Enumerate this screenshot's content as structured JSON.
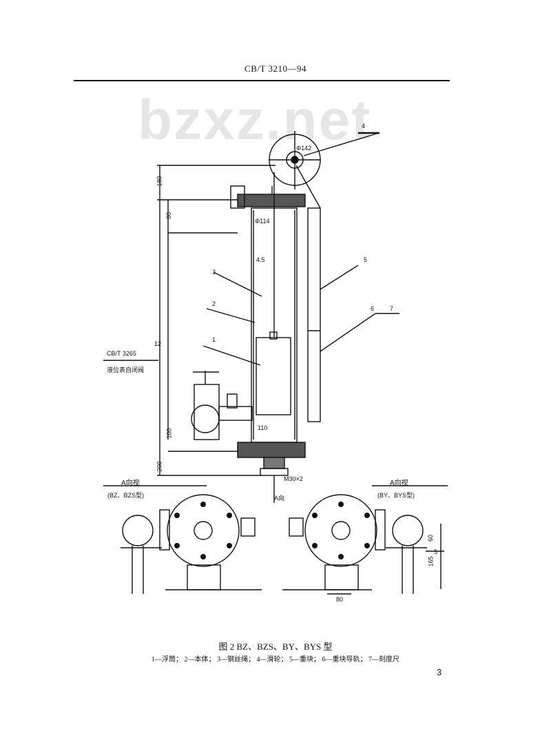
{
  "header": {
    "doc_code": "CB/T 3210—94"
  },
  "watermark": "bzxz.net",
  "labels": {
    "part_4": "4",
    "part_5": "5",
    "part_6": "6",
    "part_7": "7",
    "part_3": "3",
    "part_2": "2",
    "part_1": "1",
    "dim_180": "180",
    "dim_80": "80",
    "dim_12": "12",
    "dim_100": "100",
    "dim_200": "200",
    "dim_phi114": "Φ114",
    "dim_phi142": "Φ142",
    "dim_4_5": "4.5",
    "dim_110": "110",
    "dim_m30": "M30×2",
    "dim_a_dir": "A向",
    "dim_60": "60",
    "dim_165": "165",
    "dim_80b": "80",
    "dim_5": "5",
    "ref_std": "CB/T 3265",
    "ref_std_name": "液位表自闭阀",
    "view_left_title": "A向视",
    "view_left_sub": "(BZ、BZS型)",
    "view_right_title": "A向视",
    "view_right_sub": "(BY、BYS型)"
  },
  "caption": "图 2   BZ、BZS、BY、BYS 型",
  "legend": "1—浮筒； 2—本体； 3—钢丝绳； 4—滑轮； 5—重块； 6—重块导轨； 7—刻度尺",
  "page_number": "3"
}
